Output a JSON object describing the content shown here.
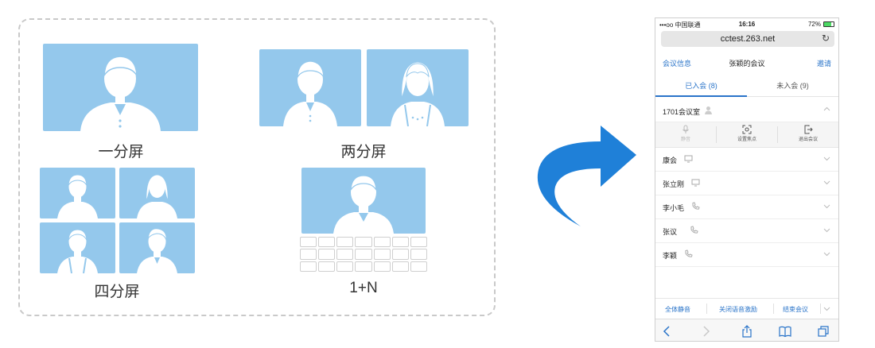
{
  "layouts": {
    "one_screen": "一分屏",
    "two_screen": "两分屏",
    "four_screen": "四分屏",
    "one_plus_n": "1+N"
  },
  "phone": {
    "status": {
      "carrier": "•••oo 中国联通",
      "time": "16:16",
      "battery": "72%",
      "battery_level": 0.72
    },
    "url": "cctest.263.net",
    "nav": {
      "left": "会议信息",
      "title": "张颖的会议",
      "right": "邀请"
    },
    "tabs": {
      "joined": "已入会 (8)",
      "not_joined": "未入会 (9)"
    },
    "room": {
      "name": "1701会议室"
    },
    "actions": {
      "mute": "静音",
      "focus": "设置焦点",
      "exit": "退出会议"
    },
    "participants": [
      {
        "name": "康会",
        "device": "screen-icon"
      },
      {
        "name": "张立刚",
        "device": "screen-icon"
      },
      {
        "name": "李小毛",
        "device": "phone-icon"
      },
      {
        "name": "张议",
        "device": "phone-icon"
      },
      {
        "name": "李颖",
        "device": "phone-icon"
      }
    ],
    "bottom": {
      "mute_all": "全体静音",
      "close_voice": "关闭语音激励",
      "end": "结束会议"
    }
  },
  "colors": {
    "tile": "#94c8ec",
    "accent": "#2a74c9",
    "arrow": "#1f80d8"
  }
}
